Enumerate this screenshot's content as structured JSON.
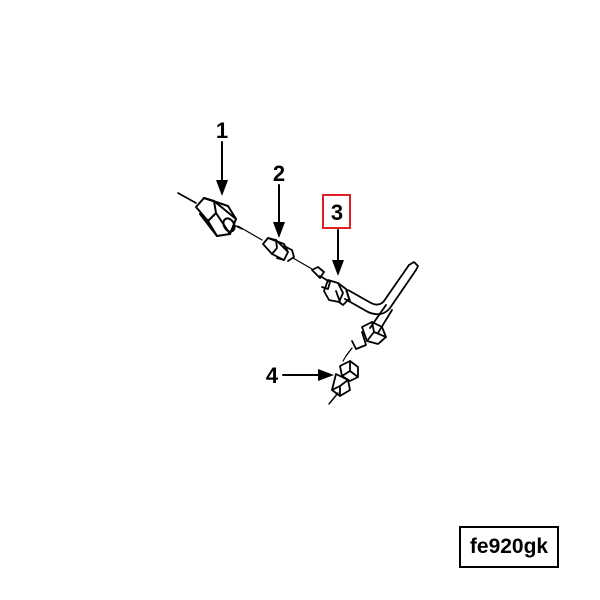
{
  "callouts": [
    {
      "label": "1"
    },
    {
      "label": "2"
    },
    {
      "label": "3",
      "highlighted": true
    },
    {
      "label": "4"
    }
  ],
  "figure_code": "fe920gk",
  "colors": {
    "line": "#000000",
    "highlight": "#e02020",
    "background": "#ffffff"
  }
}
